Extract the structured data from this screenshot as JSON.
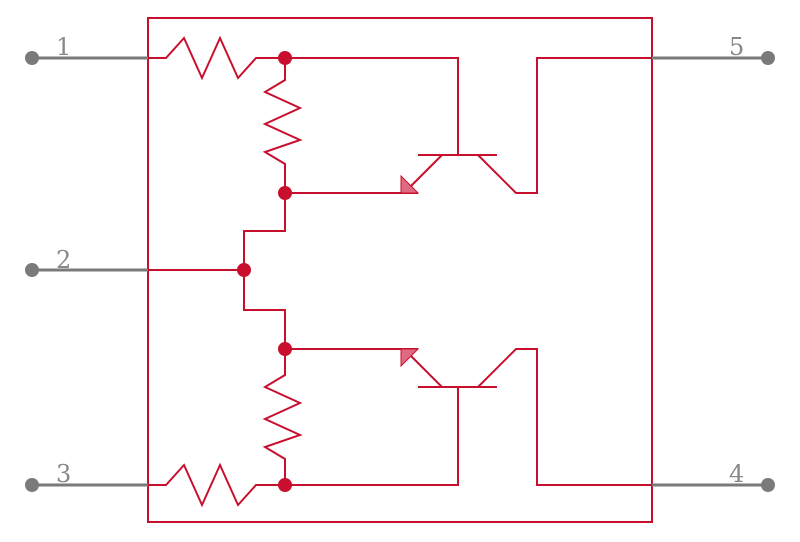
{
  "colors": {
    "body": "#c8102e",
    "wire": "#c8102e",
    "junction": "#c8102e",
    "pin": "#7a7a7a",
    "arrow_fill": "#e06b80"
  },
  "pins": [
    {
      "id": "p1",
      "label": "1"
    },
    {
      "id": "p2",
      "label": "2"
    },
    {
      "id": "p3",
      "label": "3"
    },
    {
      "id": "p4",
      "label": "4"
    },
    {
      "id": "p5",
      "label": "5"
    }
  ]
}
